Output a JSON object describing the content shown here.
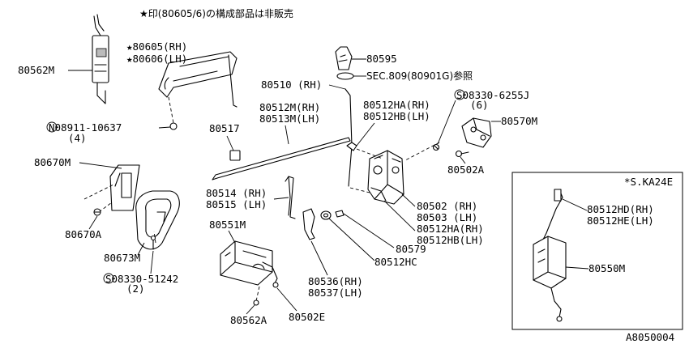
{
  "header_note": "★印(80605/6)の構成部品は非販売",
  "drawing_code": "A8050004",
  "inset_title": "*S.KA24E",
  "labels": {
    "p80562M": "80562M",
    "p80605": "★80605(RH)",
    "p80606": "★80606(LH)",
    "p08911": "N08911-10637",
    "p08911_qty": "(4)",
    "p80670M": "80670M",
    "p80670A": "80670A",
    "p80673M": "80673M",
    "p08330_51242": "S08330-51242",
    "p08330_51242_qty": "(2)",
    "p80562A": "80562A",
    "p80502E": "80502E",
    "p80551M": "80551M",
    "p80517": "80517",
    "p80512M": "80512M(RH)",
    "p80513M": "80513M(LH)",
    "p80514": "80514 (RH)",
    "p80515": "80515 (LH)",
    "p80536": "80536(RH)",
    "p80537": "80537(LH)",
    "p80510": "80510 (RH)",
    "p80595": "80595",
    "sec809": "SEC.809(80901G)参照",
    "p80512HA_top": "80512HA(RH)",
    "p80512HB_top": "80512HB(LH)",
    "p08330_6255J": "S08330-6255J",
    "p08330_6255J_qty": "(6)",
    "p80570M": "80570M",
    "p80502A": "80502A",
    "p80502": "80502 (RH)",
    "p80503": "80503 (LH)",
    "p80512HA_bot": "80512HA(RH)",
    "p80512HB_bot": "80512HB(LH)",
    "p80579": "80579",
    "p80512HC": "80512HC",
    "p80512HD": "80512HD(RH)",
    "p80512HE": "80512HE(LH)",
    "p80550M": "80550M"
  }
}
